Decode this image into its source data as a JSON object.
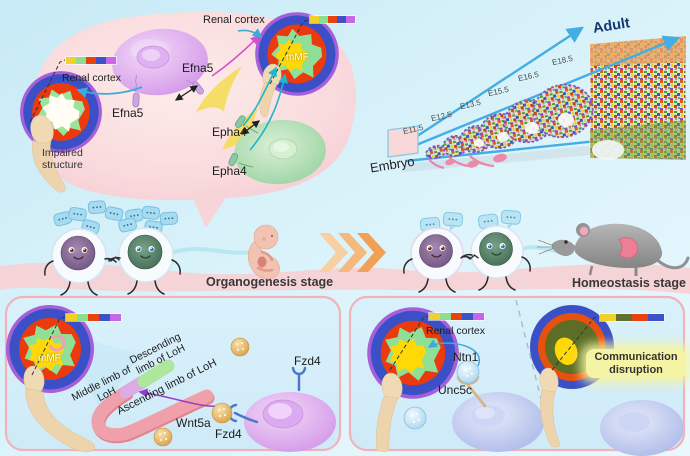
{
  "labels": {
    "renal_cortex": "Renal cortex",
    "efna5": "Efna5",
    "epha4": "Epha4",
    "mmf": "mMF",
    "impaired_structure": "Impaired structure",
    "fzd4": "Fzd4",
    "wnt5a": "Wnt5a",
    "ntn1": "Ntn1",
    "unc5c": "Unc5c",
    "descending_limb": "Descending limb of LoH",
    "middle_limb": "Middle limb of LoH",
    "ascending_limb": "Ascending limb of LoH",
    "communication_disruption": "Communication disruption"
  },
  "timeline": {
    "embryo": "Embryo",
    "adult": "Adult",
    "stages": [
      "E11.5",
      "E12.5",
      "E13.5",
      "E15.5",
      "E16.5",
      "E18.5"
    ]
  },
  "stages": {
    "organogenesis": "Organogenesis stage",
    "homeostasis": "Homeostasis stage"
  },
  "gene_bar": {
    "full": [
      "#f2d02c",
      "#8edc8e",
      "#e8420e",
      "#3a53c8",
      "#c667e8"
    ],
    "disrupted": [
      "#f2d02c",
      "#5f7030",
      "#e8420e",
      "#3a53c8"
    ]
  },
  "palette": {
    "kidney_outer_purple": "#a55fd8",
    "kidney_blue": "#3b50c6",
    "kidney_red": "#ea3a0e",
    "kidney_green": "#8fe096",
    "kidney_yellow": "#ffd808",
    "disrupted_olive": "#5c6e26",
    "bubble_pink": "#f8d8da",
    "panel_border": "#f2b2b8",
    "arrow_blue": "#3fa9dc"
  }
}
